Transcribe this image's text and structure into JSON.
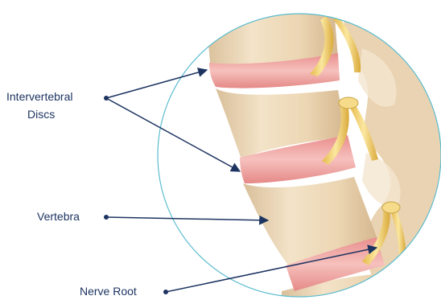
{
  "labels": {
    "discs_line1": "Intervertebral",
    "discs_line2": "Discs",
    "vertebra": "Vertebra",
    "nerve_root": "Nerve Root"
  },
  "colors": {
    "label_text": "#1d3461",
    "arrow": "#1d3461",
    "circle_outline": "#5bbccf",
    "bone": "#efdcc0",
    "bone_shadow": "#d9bf9a",
    "disc": "#f1a9a6",
    "nerve": "#f3d77a"
  }
}
